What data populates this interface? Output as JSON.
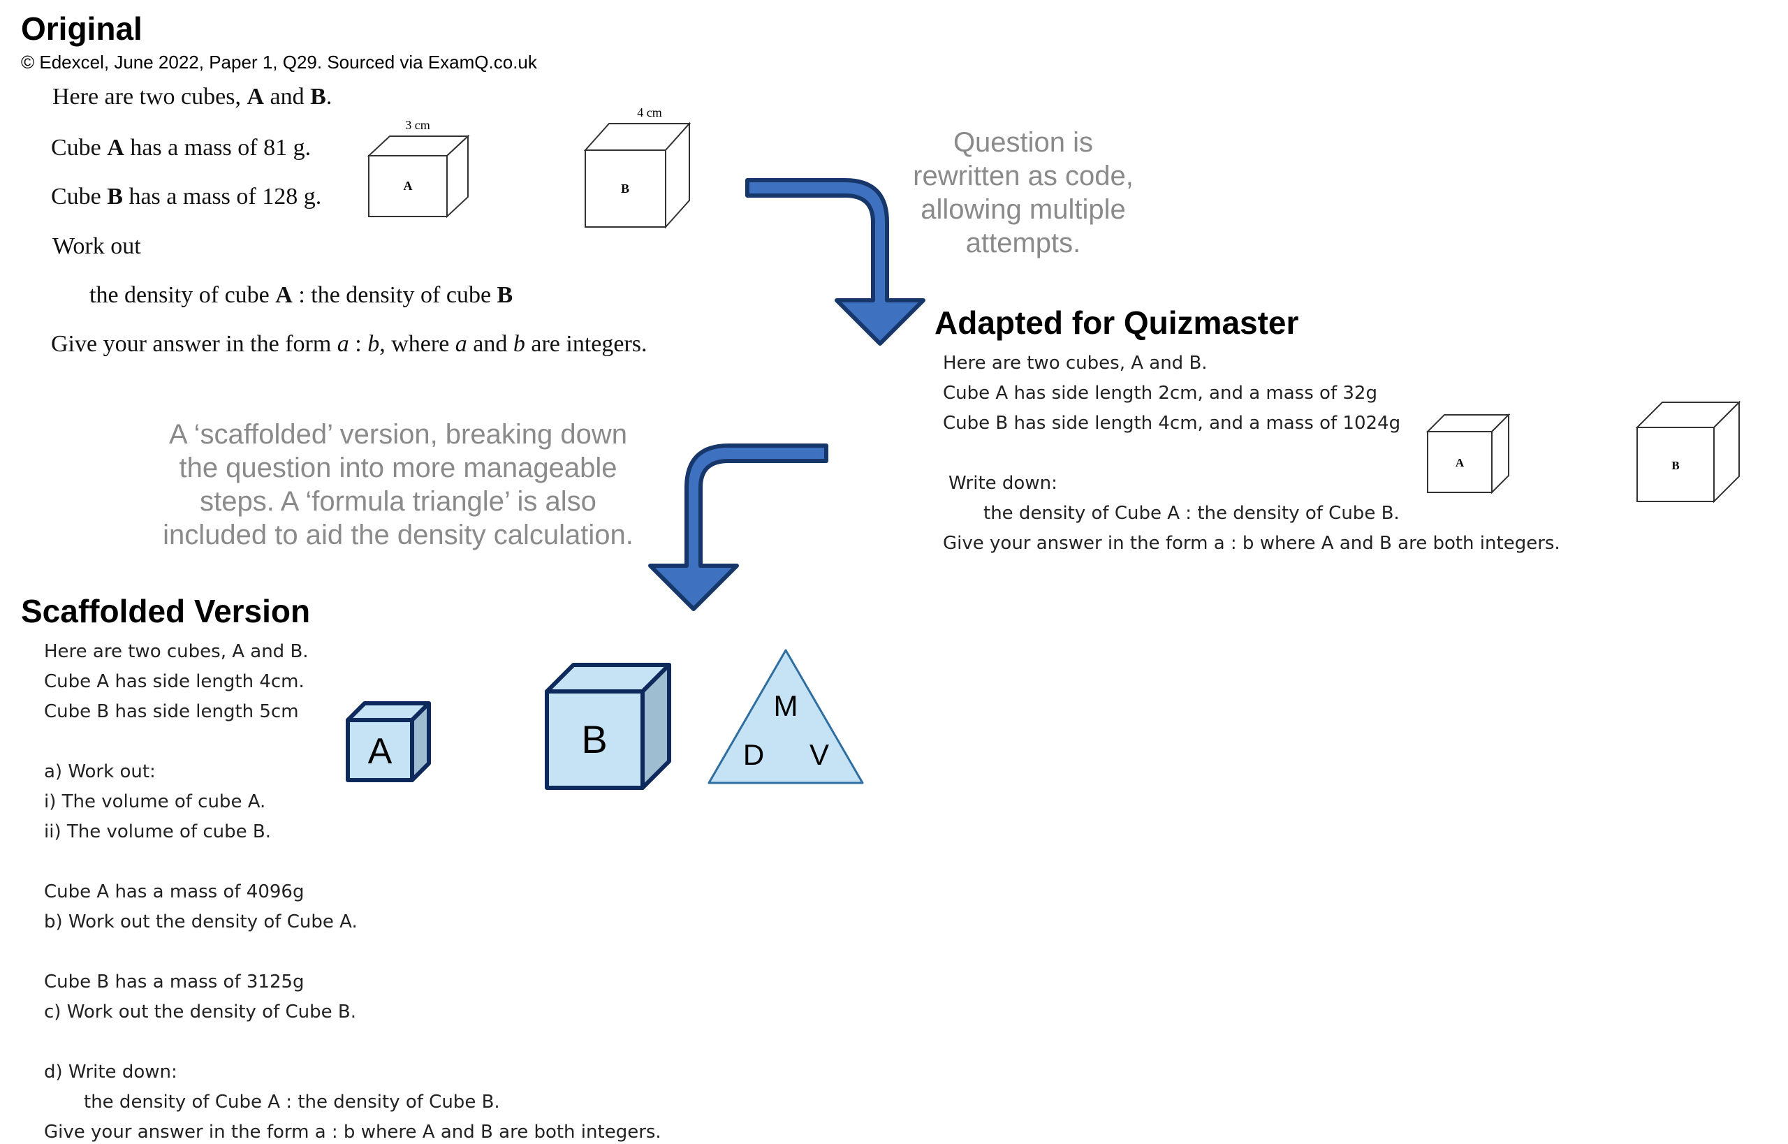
{
  "sections": {
    "original": {
      "title": "Original",
      "credit": "© Edexcel, June 2022, Paper 1, Q29. Sourced via ExamQ.co.uk",
      "lines": {
        "intro": [
          "Here are two cubes, ",
          "A",
          " and ",
          "B",
          "."
        ],
        "mass_a": [
          "Cube ",
          "A",
          " has a mass of 81 g."
        ],
        "mass_b": [
          "Cube ",
          "B",
          " has a mass of 128 g."
        ],
        "work_out": "Work out",
        "ratio": [
          "the density of cube ",
          "A",
          " : the density of cube ",
          "B"
        ],
        "answer_form": [
          "Give your answer in the form ",
          "a",
          " : ",
          "b",
          ", where ",
          "a",
          " and ",
          "b",
          " are integers."
        ]
      },
      "cube_a": {
        "label": "A",
        "side_label": "3 cm"
      },
      "cube_b": {
        "label": "B",
        "side_label": "4 cm"
      }
    },
    "quizmaster": {
      "title": "Adapted for Quizmaster",
      "lines": [
        "Here are two cubes, A and B.",
        "Cube A has side length 2cm, and a mass of 32g",
        "Cube B has side length 4cm, and a mass of 1024g",
        "Write down:",
        "the density of Cube A : the density of Cube B.",
        "Give your answer in the form a : b where A and B are both integers."
      ],
      "cube_a": {
        "label": "A"
      },
      "cube_b": {
        "label": "B"
      }
    },
    "scaffolded": {
      "title": "Scaffolded Version",
      "lines": [
        "Here are two cubes, A and B.",
        "Cube A has side length 4cm.",
        "Cube B has side length 5cm",
        "a) Work out:",
        "i) The volume of cube A.",
        "ii) The volume of cube B.",
        "Cube A has a mass of 4096g",
        "b) Work out the density of Cube A.",
        "Cube B has a mass of 3125g",
        "c) Work out the density of Cube B.",
        "d) Write down:",
        "the density of Cube A : the density of Cube B.",
        "Give your answer in the form a : b where A and B are both integers."
      ],
      "cube_a": {
        "label": "A"
      },
      "cube_b": {
        "label": "B"
      },
      "triangle": {
        "top": "M",
        "left": "D",
        "right": "V"
      }
    }
  },
  "annotations": {
    "rewrite_note": [
      "Question is",
      "rewritten as code,",
      "allowing multiple",
      "attempts."
    ],
    "scaffold_note": [
      "A ‘scaffolded’ version, breaking down",
      "the question into more manageable",
      "steps. A ‘formula triangle’ is also",
      "included to aid the density calculation."
    ]
  },
  "colors": {
    "arrow_fill": "#3e72c0",
    "arrow_stroke": "#17376b",
    "cube_fill": "#c5e3f5",
    "cube_side": "#9fbdd0",
    "cube_stroke": "#0e2a5c",
    "triangle_fill": "#c5e3f5",
    "triangle_stroke": "#2f6ea0",
    "note_text": "#8a8a8a"
  }
}
